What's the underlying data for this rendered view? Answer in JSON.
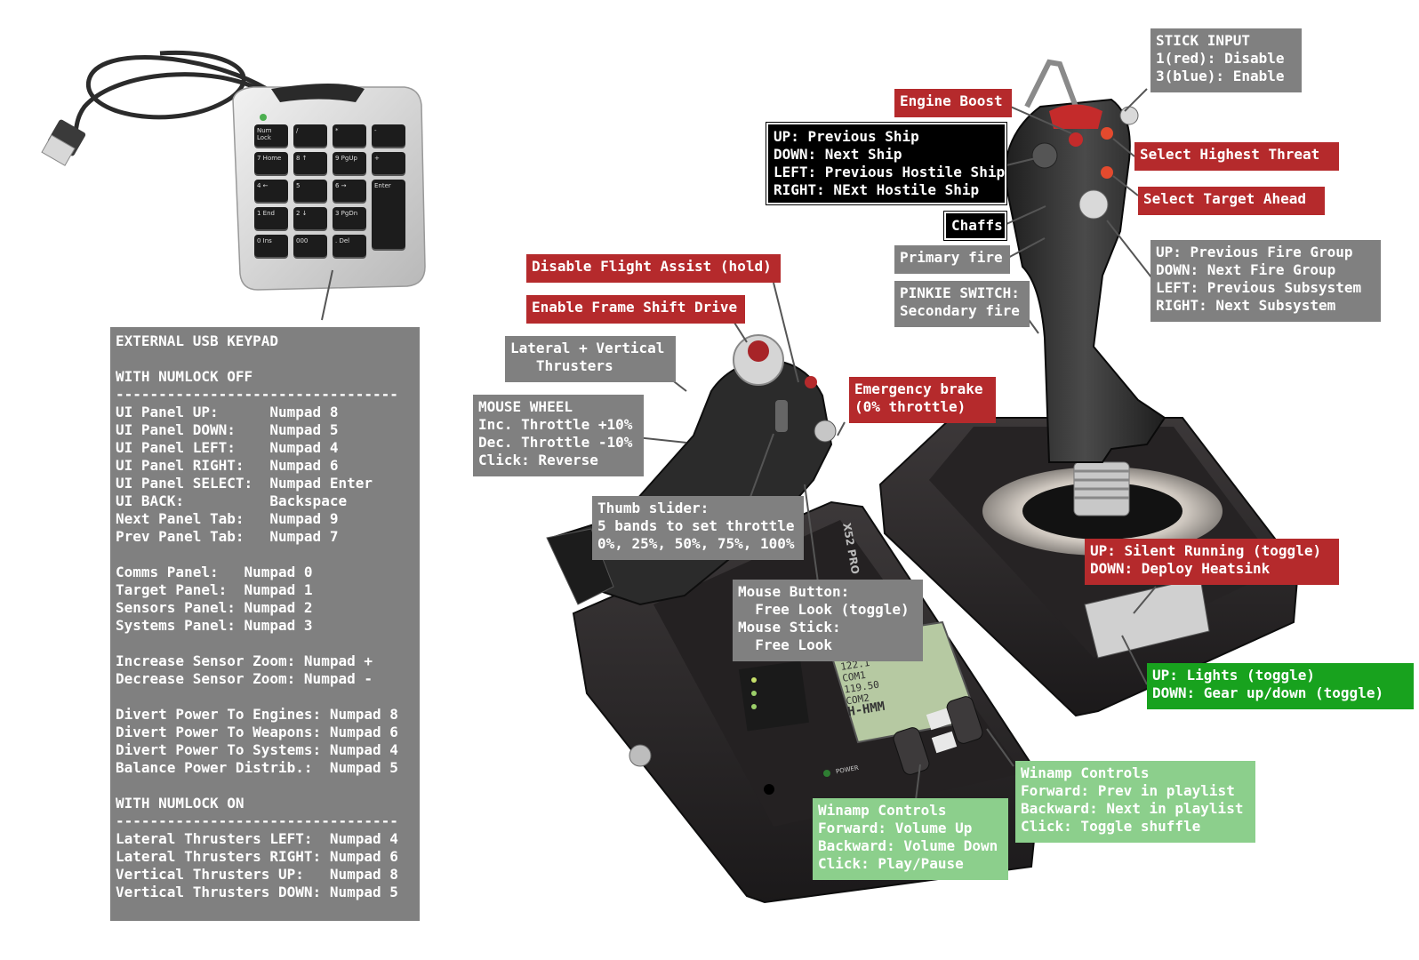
{
  "keypad_legend": {
    "lines": [
      "EXTERNAL USB KEYPAD",
      "",
      "WITH NUMLOCK OFF",
      "---------------------------------",
      "UI Panel UP:      Numpad 8",
      "UI Panel DOWN:    Numpad 5",
      "UI Panel LEFT:    Numpad 4",
      "UI Panel RIGHT:   Numpad 6",
      "UI Panel SELECT:  Numpad Enter",
      "UI BACK:          Backspace",
      "Next Panel Tab:   Numpad 9",
      "Prev Panel Tab:   Numpad 7",
      "",
      "Comms Panel:   Numpad 0",
      "Target Panel:  Numpad 1",
      "Sensors Panel: Numpad 2",
      "Systems Panel: Numpad 3",
      "",
      "Increase Sensor Zoom: Numpad +",
      "Decrease Sensor Zoom: Numpad -",
      "",
      "Divert Power To Engines: Numpad 8",
      "Divert Power To Weapons: Numpad 6",
      "Divert Power To Systems: Numpad 4",
      "Balance Power Distrib.:  Numpad 5",
      "",
      "WITH NUMLOCK ON",
      "---------------------------------",
      "Lateral Thrusters LEFT:  Numpad 4",
      "Lateral Thrusters RIGHT: Numpad 6",
      "Vertical Thrusters UP:   Numpad 8",
      "Vertical Thrusters DOWN: Numpad 5"
    ]
  },
  "keypad": {
    "keys": [
      "Num Lock",
      "/",
      "*",
      "-",
      "7 Home",
      "8 ↑",
      "9 PgUp",
      "+",
      "4 ←",
      "5",
      "6 →",
      "1 End",
      "2 ↓",
      "3 PgDn",
      "Enter",
      "0 Ins",
      "000",
      ". Del"
    ]
  },
  "labels": {
    "disable_flight_assist": [
      "Disable Flight Assist (hold)"
    ],
    "enable_frame_shift": [
      "Enable Frame Shift Drive"
    ],
    "lateral_vertical": [
      "Lateral + Vertical",
      "   Thrusters"
    ],
    "mouse_wheel": [
      "MOUSE WHEEL",
      "Inc. Throttle +10%",
      "Dec. Throttle -10%",
      "Click: Reverse"
    ],
    "emergency_brake": [
      "Emergency brake",
      "(0% throttle)"
    ],
    "thumb_slider": [
      "Thumb slider:",
      "5 bands to set throttle",
      "0%, 25%, 50%, 75%, 100%"
    ],
    "mouse_button": [
      "Mouse Button:",
      "  Free Look (toggle)",
      "Mouse Stick:",
      "  Free Look"
    ],
    "winamp_left": [
      "Winamp Controls",
      "Forward: Volume Up",
      "Backward: Volume Down",
      "Click: Play/Pause"
    ],
    "winamp_right": [
      "Winamp Controls",
      "Forward: Prev in playlist",
      "Backward: Next in playlist",
      "Click: Toggle shuffle"
    ],
    "engine_boost": [
      "Engine Boost"
    ],
    "ship_hat": [
      "UP: Previous Ship",
      "DOWN: Next Ship",
      "LEFT: Previous Hostile Ship",
      "RIGHT: NExt Hostile Ship"
    ],
    "chaffs": [
      "Chaffs"
    ],
    "primary_fire": [
      "Primary fire"
    ],
    "pinkie_switch": [
      "PINKIE SWITCH:",
      "Secondary fire"
    ],
    "stick_input": [
      "STICK INPUT",
      "1(red): Disable",
      "3(blue): Enable"
    ],
    "select_highest_threat": [
      "Select Highest Threat"
    ],
    "select_target_ahead": [
      "Select Target Ahead"
    ],
    "fire_group_hat": [
      "UP: Previous Fire Group",
      "DOWN: Next Fire Group",
      "LEFT: Previous Subsystem",
      "RIGHT: Next Subsystem"
    ],
    "silent_running": [
      "UP: Silent Running (toggle)",
      "DOWN: Deploy Heatsink"
    ],
    "lights_gear": [
      "UP: Lights (toggle)",
      "DOWN: Gear up/down (toggle)"
    ]
  },
  "throttle_display": {
    "mfd_lines": [
      "122.1",
      "COM1",
      "119.50",
      "COM2",
      "H-HMM"
    ],
    "brand_text": "X52 PRO",
    "power_label": "POWER"
  },
  "colors": {
    "gray_label": "#808080",
    "red_label": "#b52a2c",
    "black_label": "#000000",
    "green_label": "#18a21e",
    "light_green_label": "#8ccf8c",
    "hardware_dark": "#2a2728"
  }
}
